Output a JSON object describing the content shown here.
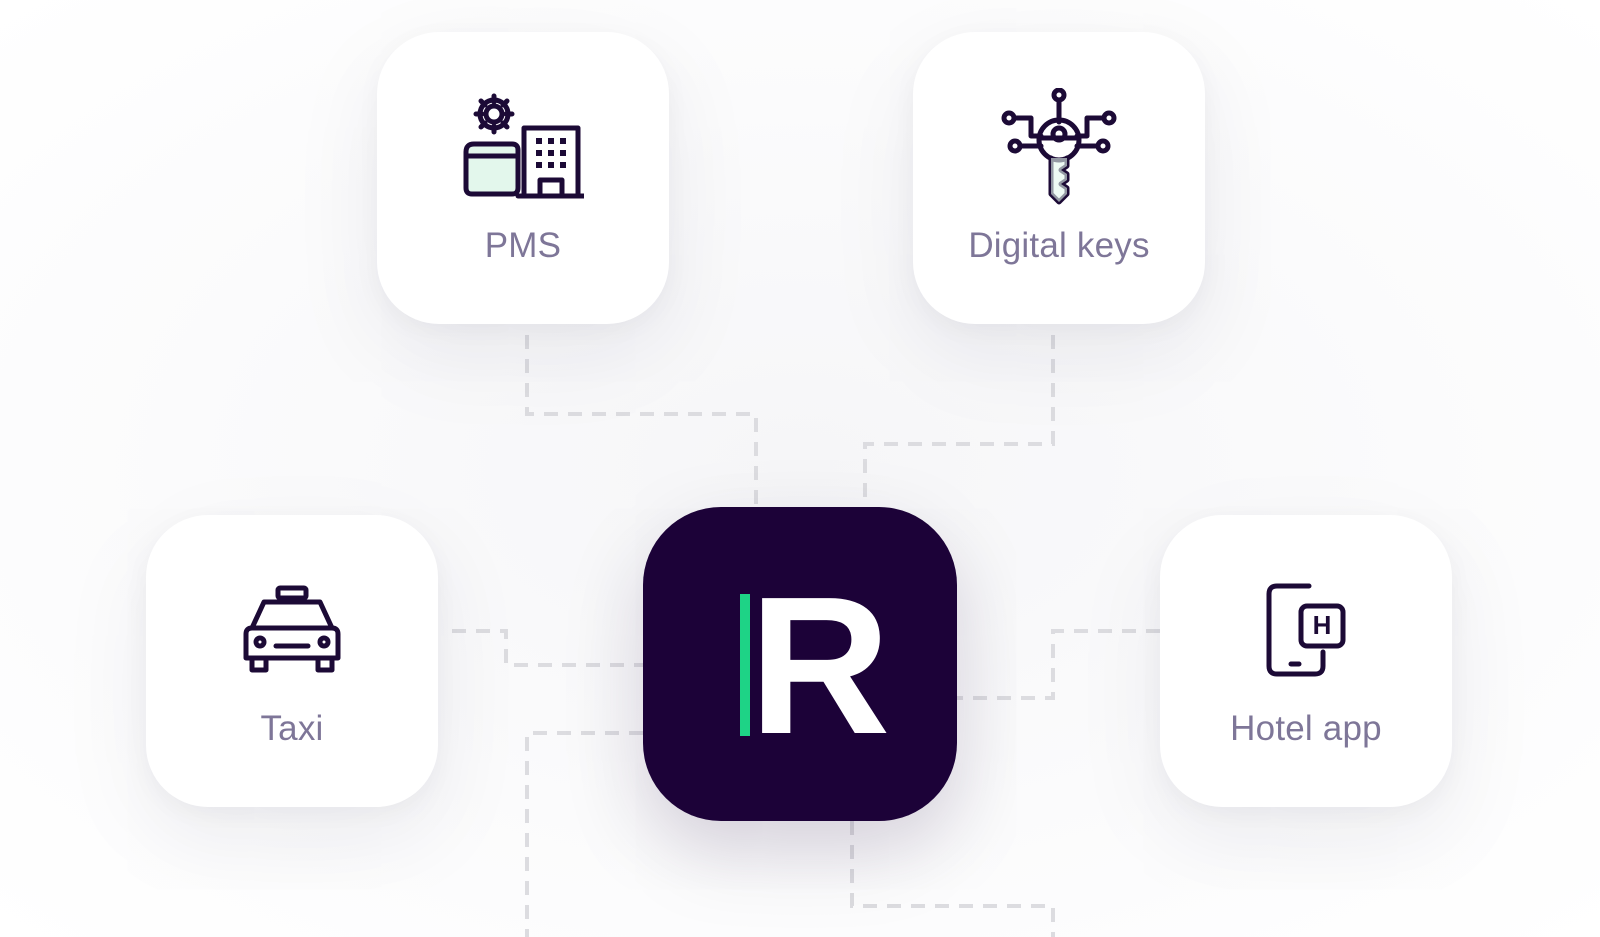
{
  "integrations": [
    {
      "label": "PMS",
      "icon": "hotel-building-gear-icon"
    },
    {
      "label": "Digital keys",
      "icon": "digital-key-circuit-icon"
    },
    {
      "label": "Taxi",
      "icon": "taxi-car-icon"
    },
    {
      "label": "Hotel app",
      "icon": "mobile-phone-hotel-icon"
    }
  ],
  "center_logo": {
    "letter": "R",
    "icon": "brand-logo-icon"
  },
  "colors": {
    "brand_dark": "#1c0238",
    "accent_green": "#1ed386",
    "label_text": "#7e7698",
    "icon_stroke": "#1c0a36",
    "icon_fill": "#e3f7ec",
    "connector": "#dcdce0"
  }
}
